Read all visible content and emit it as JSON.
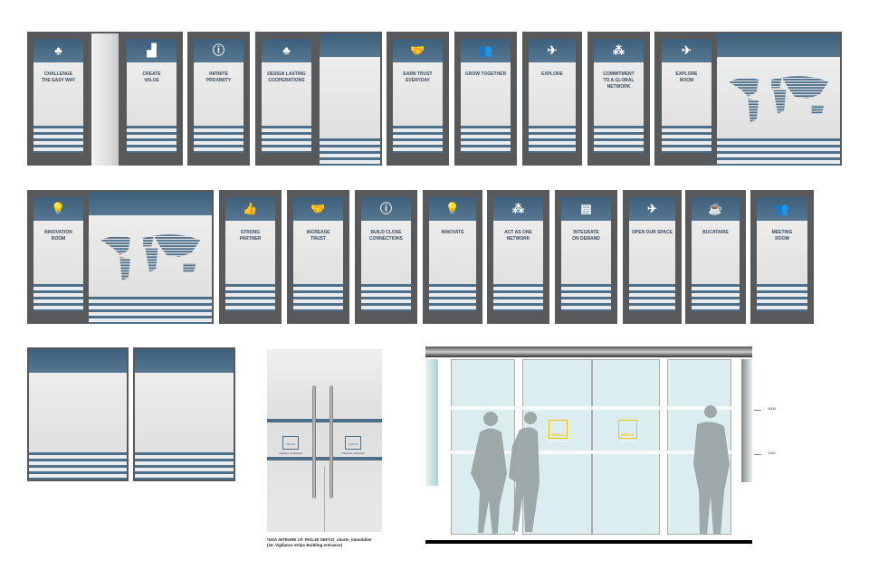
{
  "row1": [
    "CHALLENGE\nTHE EASY WAY",
    "CREATE\nVALUE",
    "INFINITE\nPROXIMITY",
    "DESIGN LASTING\nCOOPERATIONS",
    "EARN TRUST\nEVERYDAY",
    "GROW TOGETHER",
    "EXPLORE",
    "COMMITMENT\nTO A GLOBAL\nNETWORK",
    "EXPLORE\nROOM"
  ],
  "row2": [
    "INNOVATION\nROOM",
    "STRONG\nPARTNER",
    "INCREASE\nTRUST",
    "BUILD CLOSE\nCONNECTIONS",
    "INNOVATE",
    "ACT AS ONE\nNETWORK",
    "INTEGRATE\nON DEMAND",
    "OPEN OUR SPACE",
    "BUCATARIE",
    "MEETING\nROOM"
  ],
  "icons1": [
    "tree-icon",
    "chart-icon",
    "ip-icon",
    "tree-icon",
    "handshake-icon",
    "people-icon",
    "rocket-icon",
    "network-icon",
    "rocket-icon"
  ],
  "icons2": [
    "bulb-icon",
    "thumbs-up-icon",
    "handshake-icon",
    "ip-icon",
    "bulb-icon",
    "network-icon",
    "blocks-icon",
    "rocket-icon",
    "cup-icon",
    "people-icon"
  ],
  "door": {
    "logo": "GEFCO",
    "tagline": "Partners, unlimited"
  },
  "caption": "*USA INTRARE CF. PAG.30 GEFCO_charte_immobilier\n(16. Vigilance strips Building entrance)",
  "storefront": {
    "logo": "GEFCO",
    "tagline": "Partners, unlimited",
    "dim_high": "1600",
    "dim_low": "1100"
  },
  "colors": {
    "frame": "#58595b",
    "blue": "#4a6a85",
    "yellow": "#f5c400",
    "glass": "#dcedf0"
  }
}
